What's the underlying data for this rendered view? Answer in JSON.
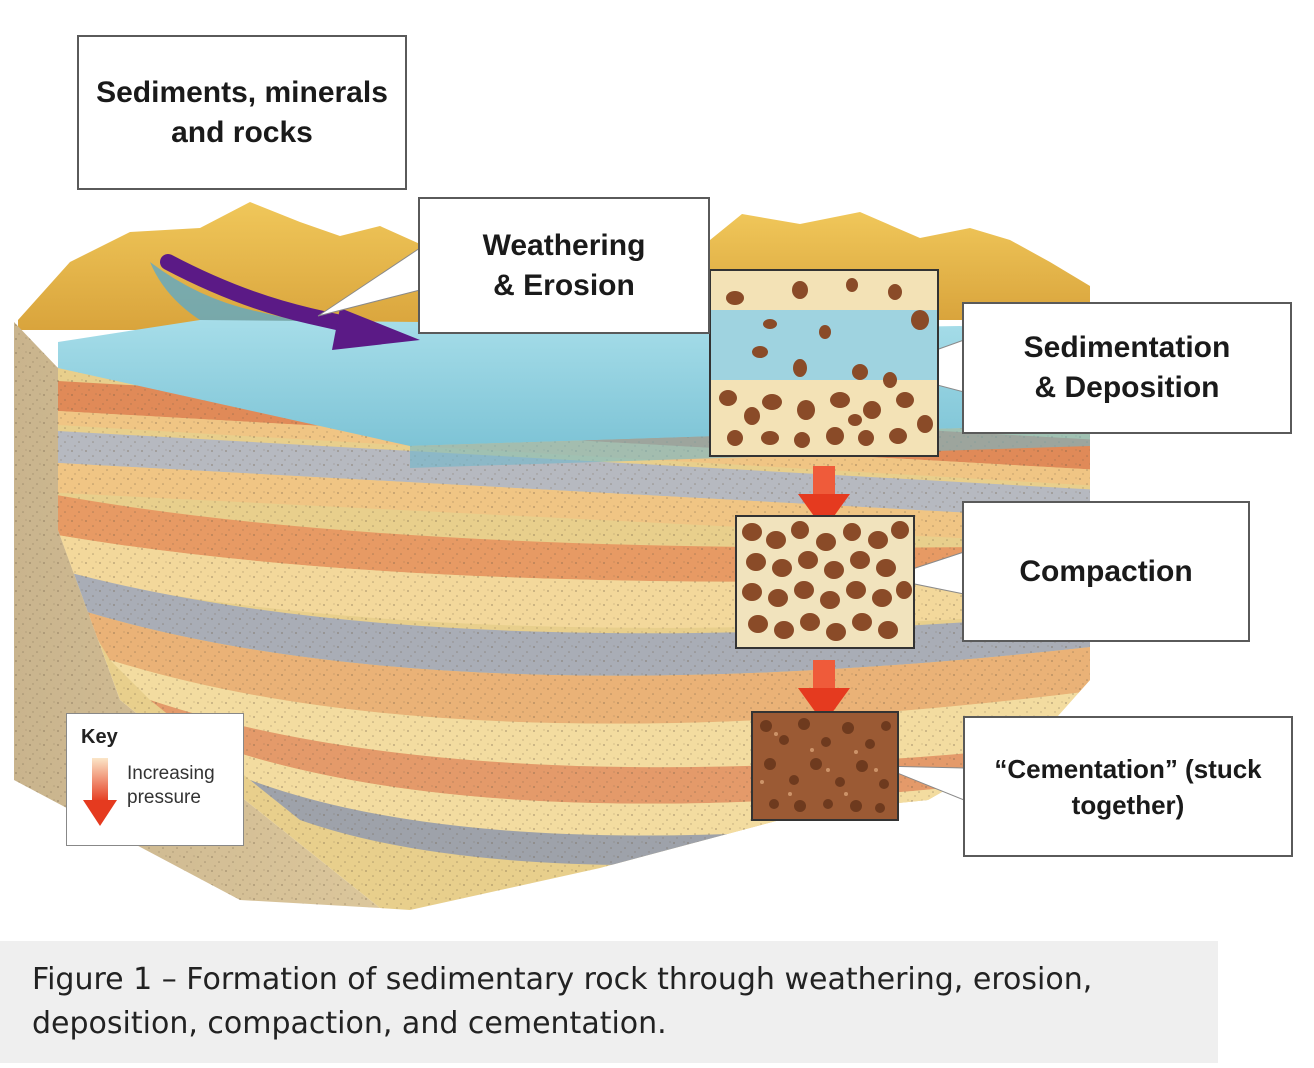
{
  "labels": {
    "sediments": "Sediments, minerals\nand rocks",
    "weathering": "Weathering\n& Erosion",
    "sedimentation": "Sedimentation\n& Deposition",
    "compaction": "Compaction",
    "cementation": "“Cementation” (stuck\ntogether)"
  },
  "key": {
    "title": "Key",
    "text": "Increasing\npressure",
    "arrow_icon": "red-down-arrow-icon"
  },
  "caption": "Figure 1 – Formation of sedimentary rock through weathering, erosion, deposition, compaction, and cementation.",
  "colors": {
    "water": "#8fd0df",
    "mountains": "#e7b84a",
    "erosion_arrow": "#5b1a86",
    "pressure_arrow": "#e53a1f",
    "rock_grain": "#8a4b28"
  }
}
